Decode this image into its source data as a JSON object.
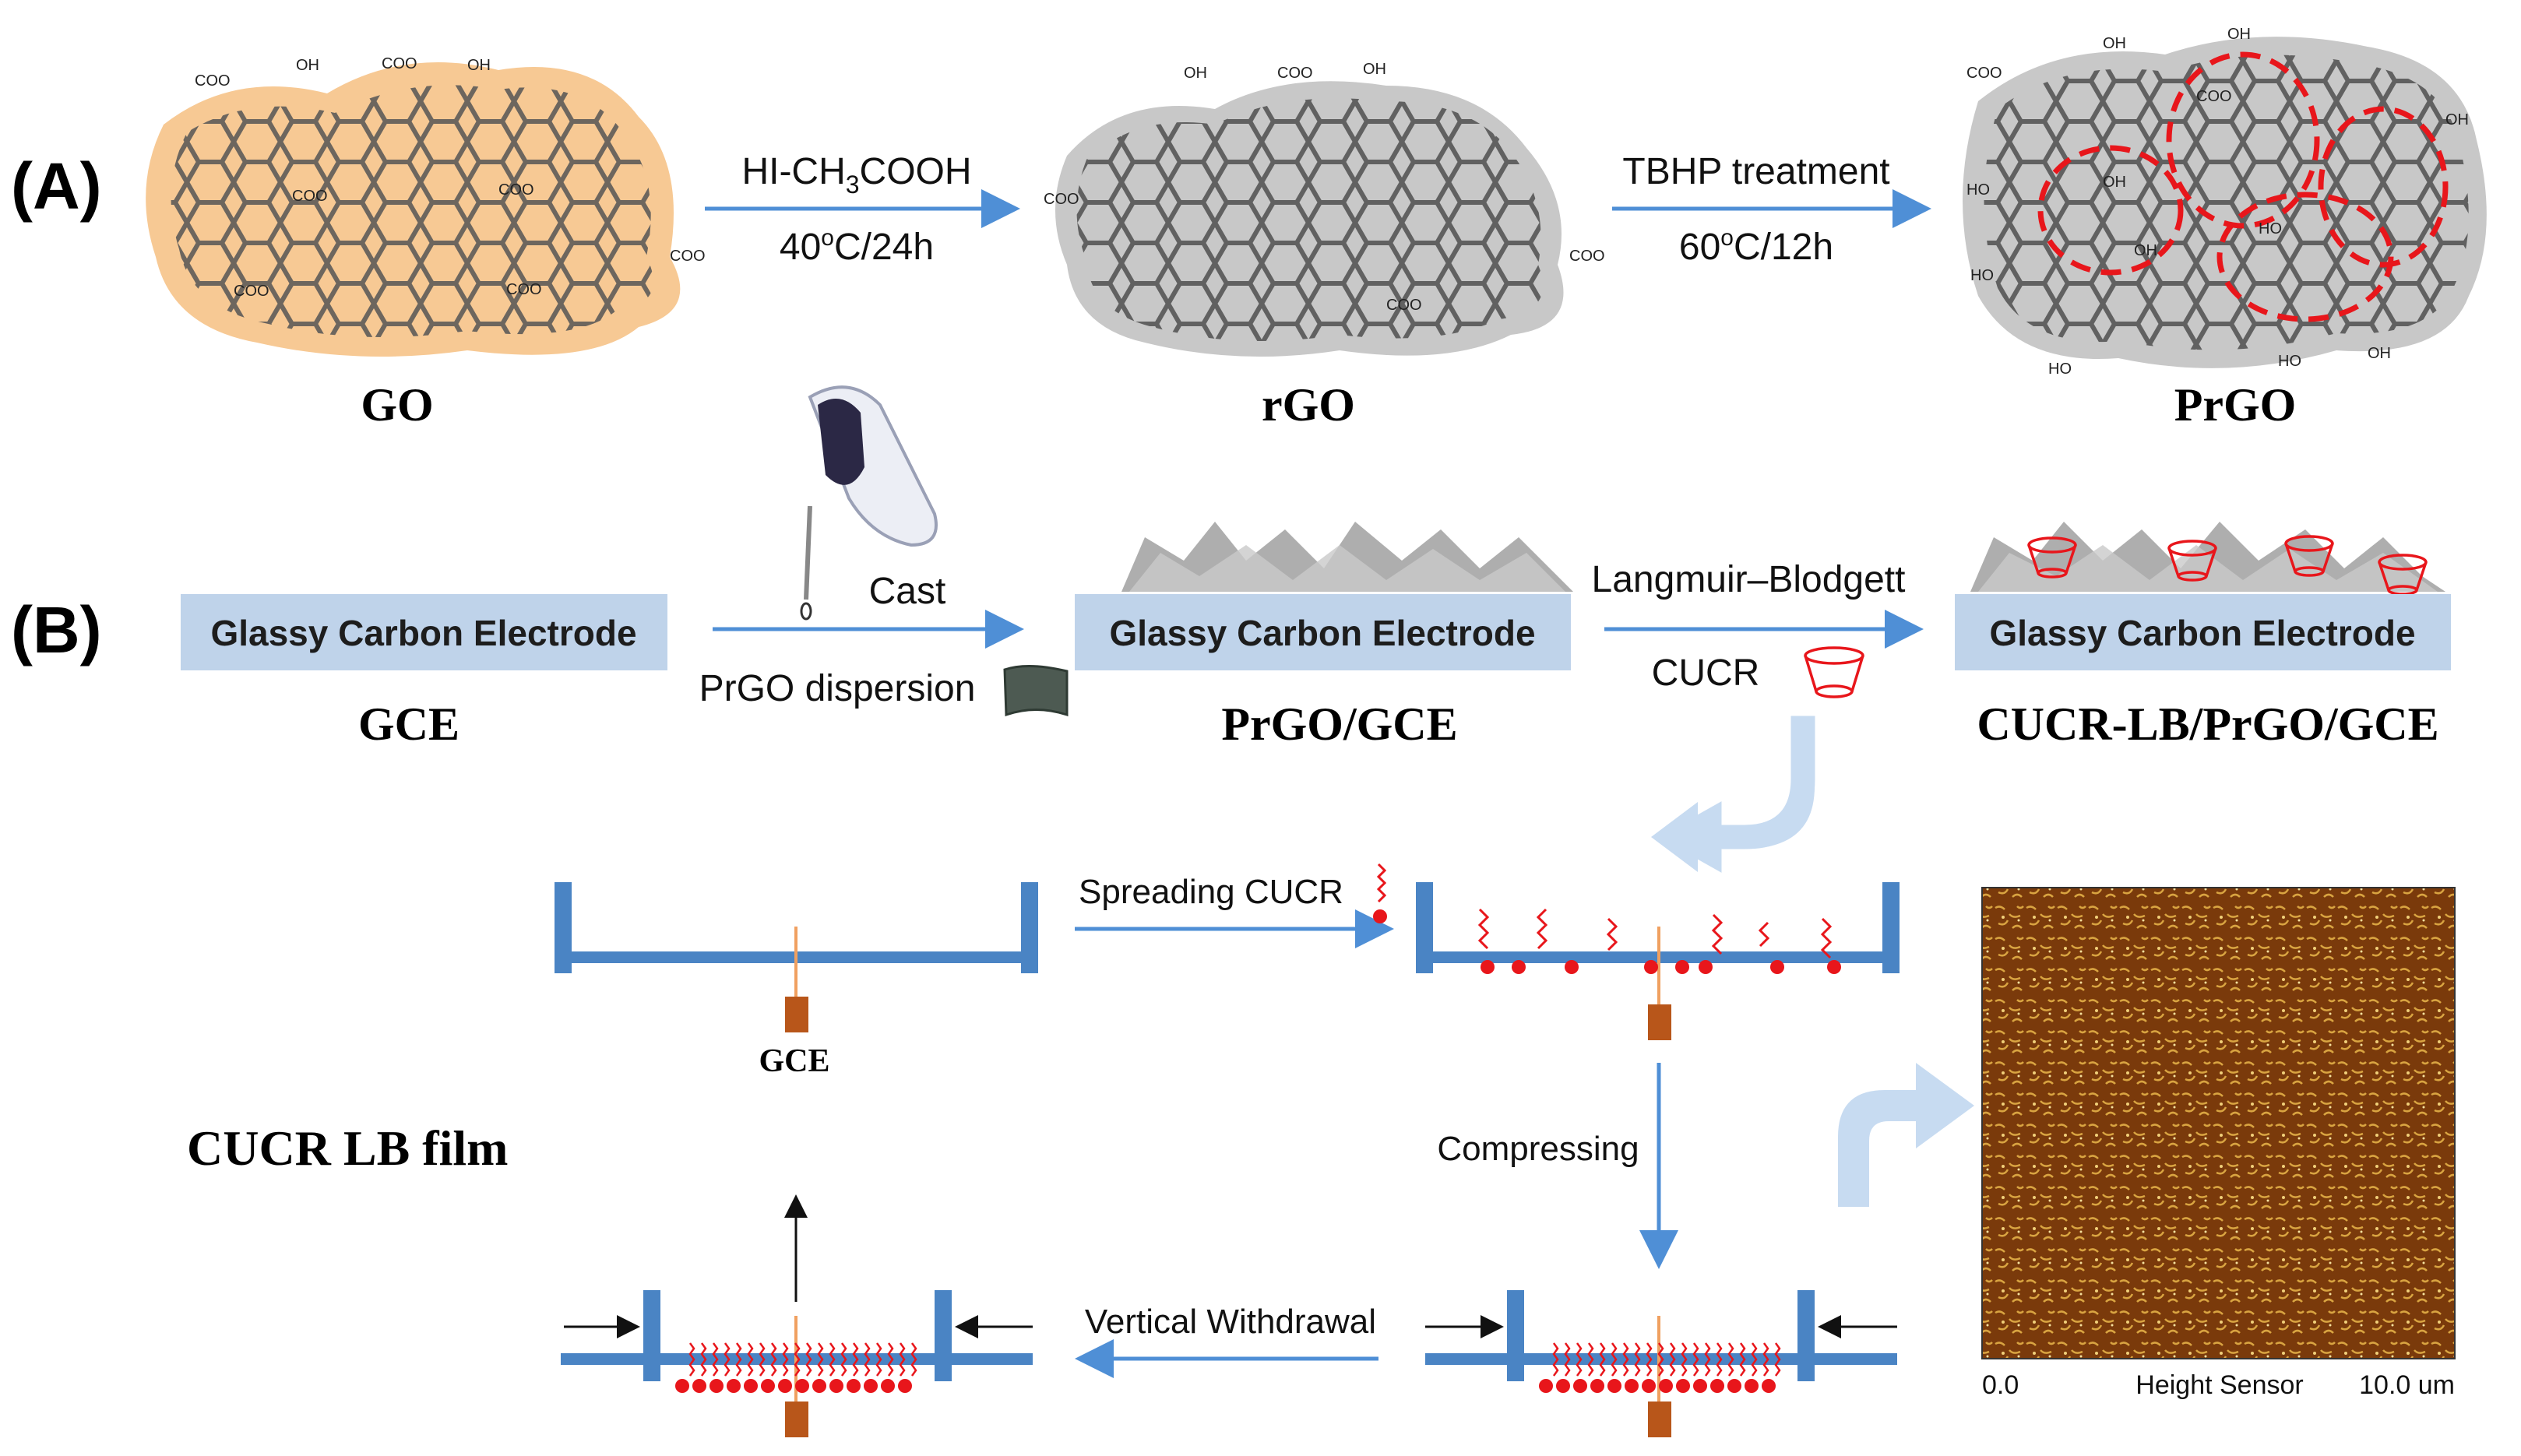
{
  "panels": {
    "a": "(A)",
    "b": "(B)"
  },
  "sheets": {
    "go": "GO",
    "rgo": "rGO",
    "prgo": "PrGO"
  },
  "step1": {
    "top": "HI-CH",
    "sub": "3",
    "top2": "COOH",
    "bottom_num": "40",
    "bottom_sup": "o",
    "bottom_rest": "C/24h"
  },
  "step2": {
    "top": "TBHP treatment",
    "bottom_num": "60",
    "bottom_sup": "o",
    "bottom_rest": "C/12h"
  },
  "groups": {
    "coo": "COO",
    "oh": "OH",
    "ho": "HO"
  },
  "electrode": {
    "label": "Glassy Carbon Electrode",
    "gce": "GCE",
    "prgo_gce": "PrGO/GCE",
    "final": "CUCR-LB/PrGO/GCE"
  },
  "cast": {
    "top": "Cast",
    "bottom": "PrGO dispersion"
  },
  "lb": {
    "top": "Langmuir–Blodgett",
    "bottom": "CUCR"
  },
  "trough": {
    "title": "CUCR LB film",
    "gce": "GCE",
    "spreading": "Spreading CUCR",
    "compressing": "Compressing",
    "withdrawal": "Vertical Withdrawal"
  },
  "afm": {
    "left": "0.0",
    "mid": "Height Sensor",
    "right": "10.0 um"
  },
  "colors": {
    "arrow": "#4f8fd6",
    "electrode": "#bfd3ea",
    "trough": "#4a84c4",
    "red": "#e8161b",
    "orange_sheet": "#f7c994",
    "gray_sheet": "#c8c8c8",
    "afm": "#7a3a0b"
  }
}
